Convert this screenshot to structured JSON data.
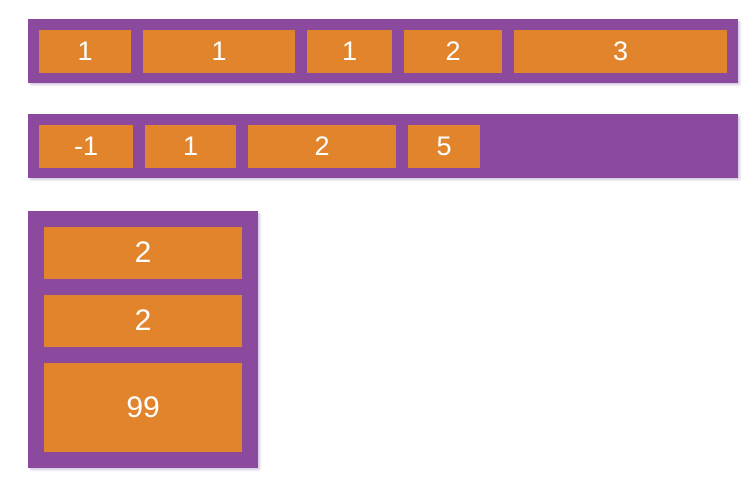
{
  "colors": {
    "container": "#8b4a9e",
    "item": "#e2842b",
    "text": "#ffffff"
  },
  "rows": [
    {
      "name": "horizontal-flex-container-1",
      "items": [
        {
          "label": "1"
        },
        {
          "label": "1"
        },
        {
          "label": "1"
        },
        {
          "label": "2"
        },
        {
          "label": "3"
        }
      ]
    },
    {
      "name": "horizontal-flex-container-2",
      "items": [
        {
          "label": "-1"
        },
        {
          "label": "1"
        },
        {
          "label": "2"
        },
        {
          "label": "5"
        }
      ]
    }
  ],
  "column": {
    "name": "vertical-flex-container",
    "items": [
      {
        "label": "2"
      },
      {
        "label": "2"
      },
      {
        "label": "99"
      }
    ]
  }
}
